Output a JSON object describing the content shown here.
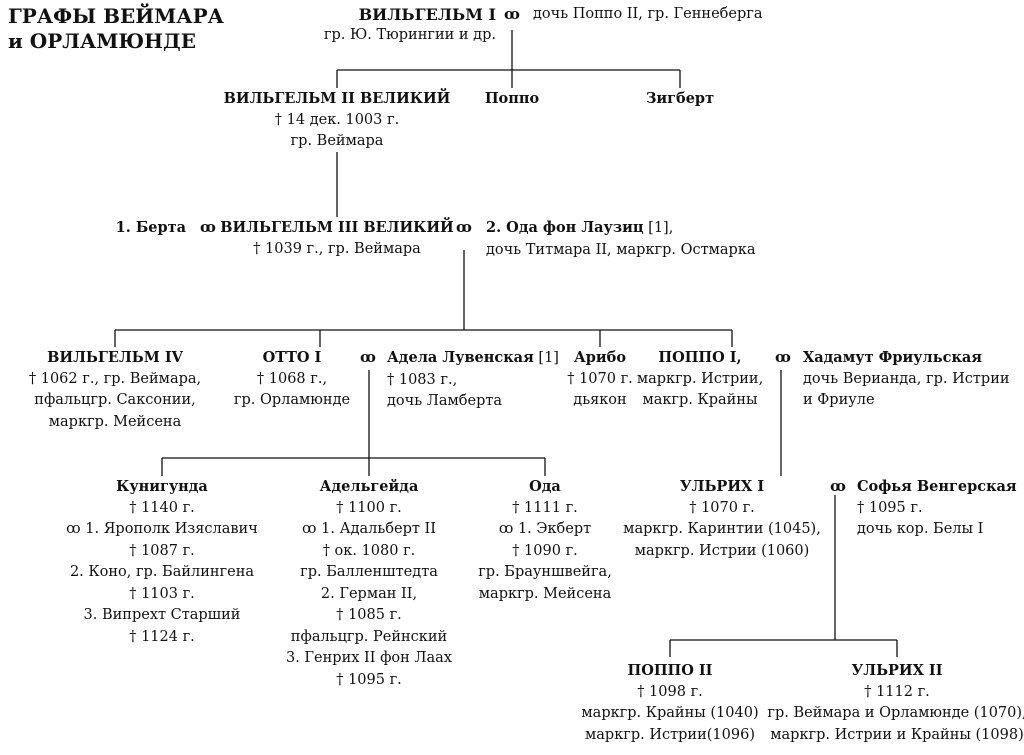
{
  "title": {
    "line1": "ГРАФЫ ВЕЙМАРА",
    "line2": "и ОРЛАМЮНДЕ"
  },
  "marriage_symbol": "ꝏ",
  "nodes": {
    "wilhelm1": {
      "name": "ВИЛЬГЕЛЬМ I",
      "info": [
        "гр. Ю. Тюрингии и др."
      ]
    },
    "wilhelm1_spouse": {
      "text": "дочь Поппо II, гр. Геннеберга"
    },
    "wilhelm2": {
      "name": "ВИЛЬГЕЛЬМ II ВЕЛИКИЙ",
      "info": [
        "† 14 дек. 1003 г.",
        "гр. Веймара"
      ]
    },
    "poppo": {
      "name": "Поппо"
    },
    "sigbert": {
      "name": "Зигберт"
    },
    "berta": {
      "name": "1. Берта"
    },
    "wilhelm3": {
      "name": "ВИЛЬГЕЛЬМ III ВЕЛИКИЙ",
      "info": [
        "† 1039 г., гр. Веймара"
      ]
    },
    "oda_lausitz": {
      "name": "2. Ода фон Лаузиц",
      "ref": " [1],",
      "info": [
        "дочь Титмара II, маркгр. Остмарка"
      ]
    },
    "wilhelm4": {
      "name": "ВИЛЬГЕЛЬМ IV",
      "info": [
        "† 1062 г., гр. Веймара,",
        "пфальцгр. Саксонии,",
        "маркгр. Мейсена"
      ]
    },
    "otto1": {
      "name": "ОТТО I",
      "info": [
        "† 1068 г.,",
        "гр. Орламюнде"
      ]
    },
    "adela": {
      "name": "Адела Лувенская",
      "ref": " [1]",
      "info": [
        "† 1083 г.,",
        "дочь Ламберта"
      ]
    },
    "aribo": {
      "name": "Арибо",
      "info": [
        "† 1070 г.",
        "дьякон"
      ]
    },
    "poppo1": {
      "name": "ПОППО I,",
      "info": [
        "маркгр. Истрии,",
        "макгр. Крайны"
      ]
    },
    "hadamut": {
      "name": "Хадамут Фриульская",
      "info": [
        "дочь Верианда, гр. Истрии",
        "и Фриуле"
      ]
    },
    "kunigunda": {
      "name": "Кунигунда",
      "info": [
        "† 1140 г.",
        "ꝏ 1. Ярополк Изяславич",
        "† 1087 г.",
        "2. Коно, гр. Байлингена",
        "† 1103 г.",
        "3. Випрехт Старший",
        "† 1124 г."
      ]
    },
    "adelheid": {
      "name": "Адельгейда",
      "info": [
        "† 1100 г.",
        "ꝏ 1. Адальберт II",
        "† ок. 1080 г.",
        "гр. Балленштедта",
        "2. Герман II,",
        "† 1085 г.",
        "пфальцгр. Рейнский",
        "3. Генрих II фон Лаах",
        "† 1095 г."
      ]
    },
    "oda": {
      "name": "Ода",
      "info": [
        "† 1111 г.",
        "ꝏ 1. Экберт",
        "† 1090 г.",
        "гр. Брауншвейга,",
        "маркгр. Мейсена"
      ]
    },
    "ulrich1": {
      "name": "УЛЬРИХ I",
      "info": [
        "† 1070 г.",
        "маркгр. Каринтии (1045),",
        "маркгр. Истрии (1060)"
      ]
    },
    "sofia": {
      "name": "Софья Венгерская",
      "info": [
        "† 1095 г.",
        "дочь кор. Белы I"
      ]
    },
    "poppo2": {
      "name": "ПОППО II",
      "info": [
        "† 1098 г.",
        "маркгр. Крайны (1040)",
        "маркгр. Истрии(1096)"
      ]
    },
    "ulrich2": {
      "name": "УЛЬРИХ II",
      "info": [
        "† 1112 г.",
        "гр. Веймара и Орламюнде (1070),",
        "маркгр. Истрии и Крайны (1098)"
      ]
    }
  }
}
